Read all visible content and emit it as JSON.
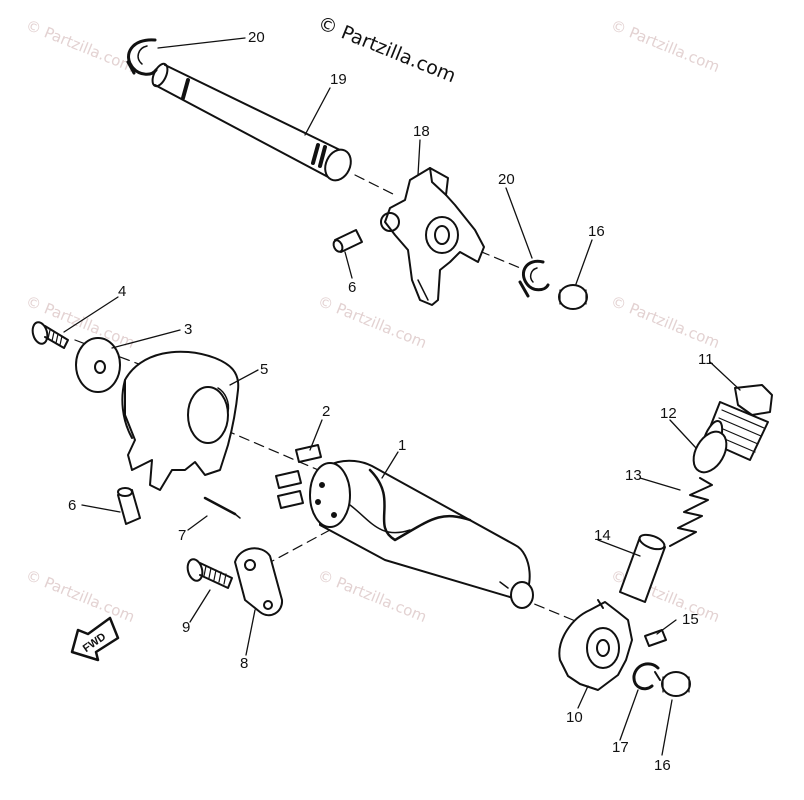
{
  "watermark": {
    "main": "© Partzilla.com",
    "faint": "© Partzilla.com"
  },
  "callouts": {
    "c1": "1",
    "c2": "2",
    "c3": "3",
    "c4": "4",
    "c5": "5",
    "c6a": "6",
    "c6b": "6",
    "c7": "7",
    "c8": "8",
    "c9": "9",
    "c10": "10",
    "c11": "11",
    "c12": "12",
    "c13": "13",
    "c14": "14",
    "c15": "15",
    "c16a": "16",
    "c16b": "16",
    "c17": "17",
    "c18": "18",
    "c19": "19",
    "c20a": "20",
    "c20b": "20"
  },
  "fwd_label": "FWD",
  "colors": {
    "ink": "#111111",
    "watermark": "#e3d2d2",
    "paper": "#ffffff"
  }
}
